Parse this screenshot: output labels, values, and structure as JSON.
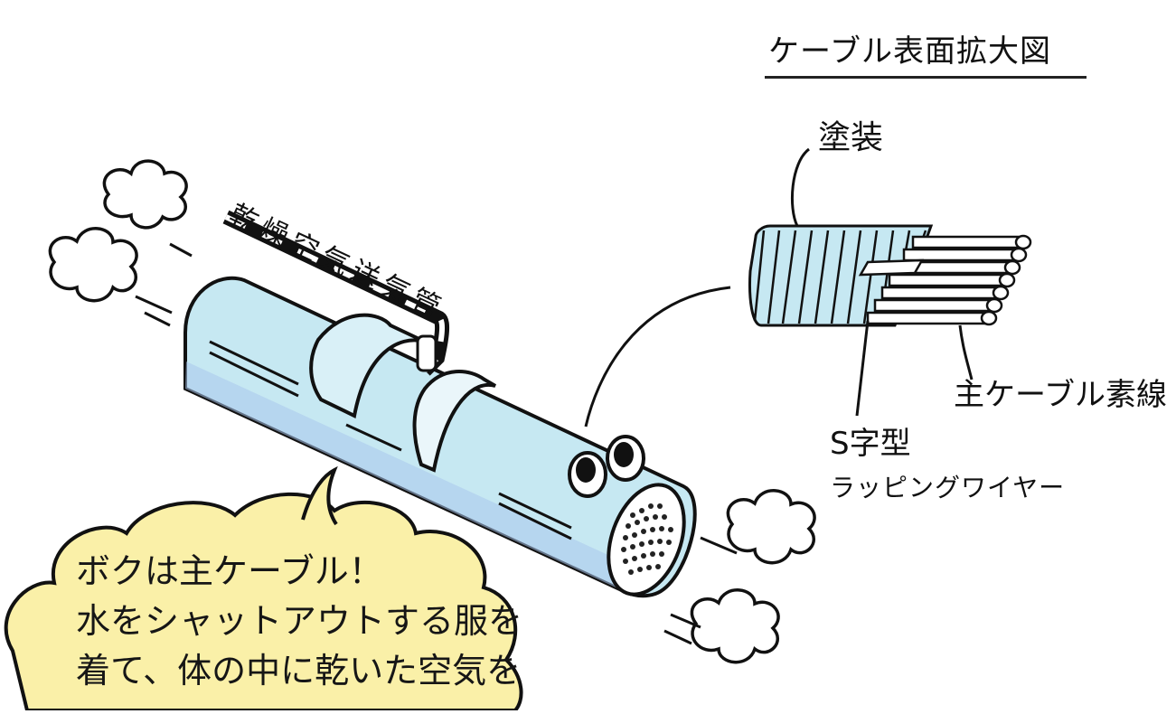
{
  "title": "ケーブル表面拡大図",
  "labels": {
    "coating": "塗装",
    "main_wire": "主ケーブル素線",
    "s_wire_line1": "S字型",
    "s_wire_line2": "ラッピングワイヤー",
    "air_pipe": "乾燥空気送気管"
  },
  "speech_lines": [
    "ボクは主ケーブル！",
    "水をシャットアウトする服を",
    "着て、体の中に乾いた空気を"
  ],
  "colors": {
    "cable_fill": "#c6e8f2",
    "cable_shadow": "#a9c6ec",
    "bubble_fill": "#faf0a8",
    "outline": "#111111"
  }
}
